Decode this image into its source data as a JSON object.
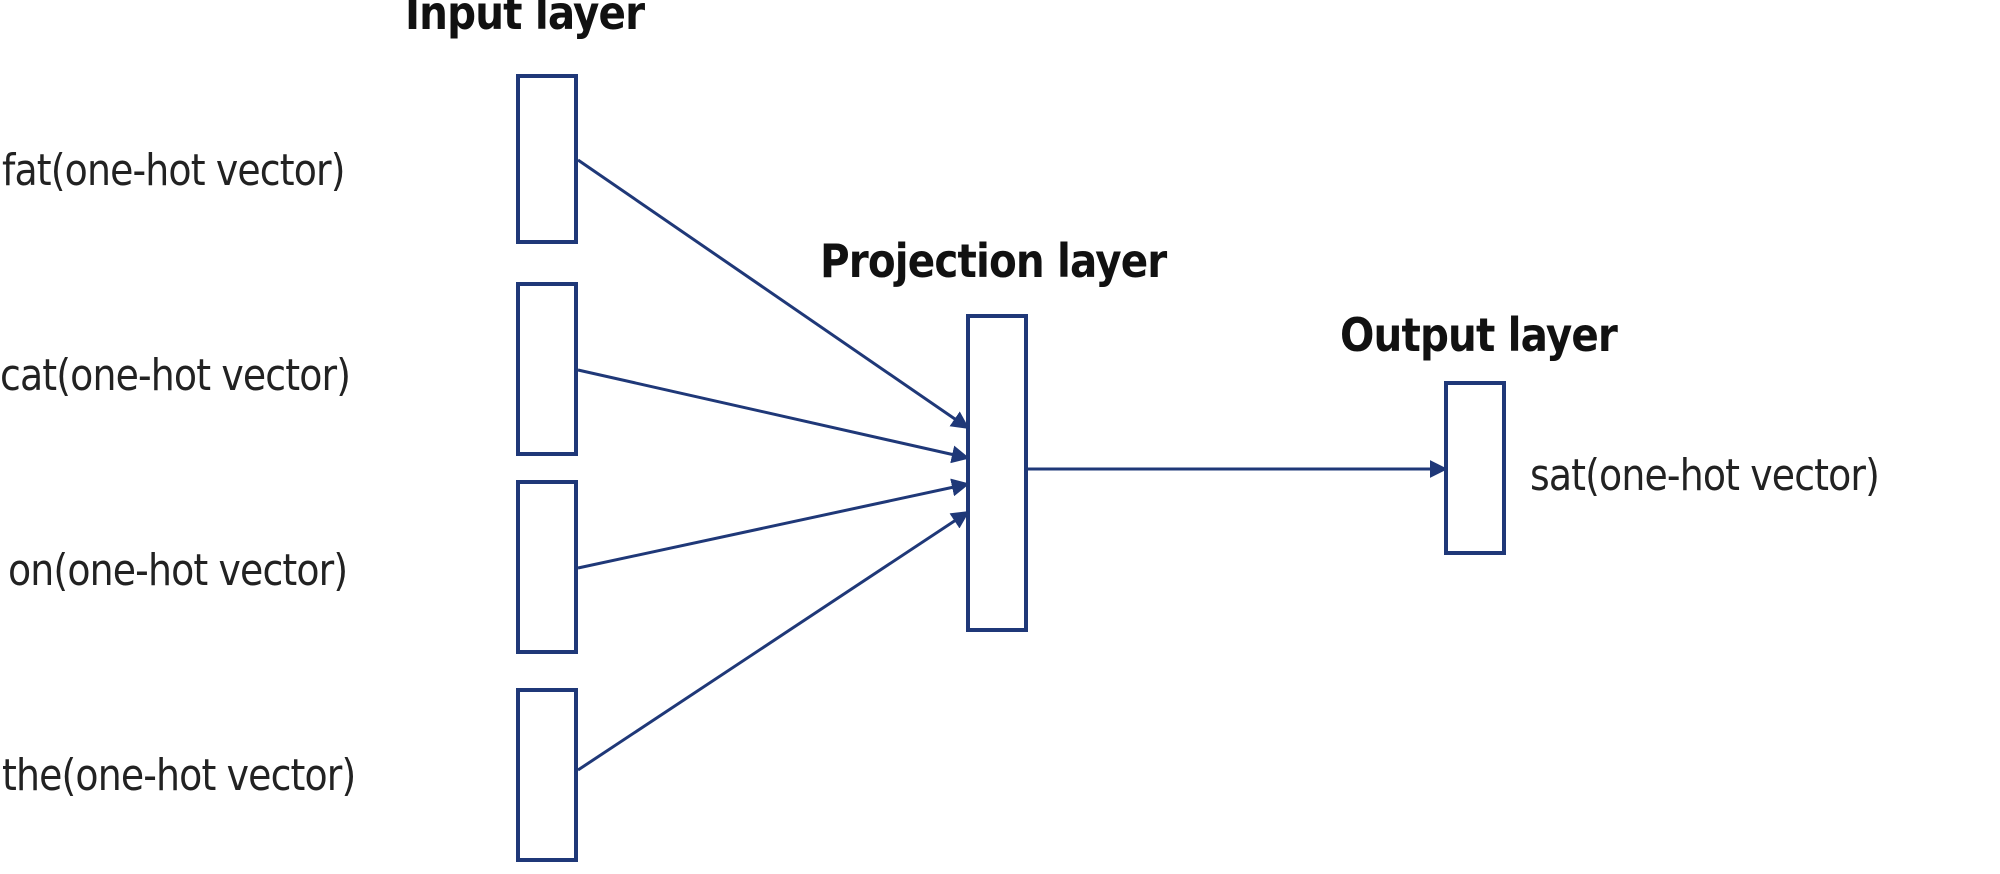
{
  "diagram": {
    "layers": {
      "input": {
        "title": "Input layer"
      },
      "projection": {
        "title": "Projection layer"
      },
      "output": {
        "title": "Output layer"
      }
    },
    "inputs": [
      {
        "label": "fat(one-hot vector)"
      },
      {
        "label": "cat(one-hot vector)"
      },
      {
        "label": "on(one-hot vector)"
      },
      {
        "label": "the(one-hot vector)"
      }
    ],
    "output": {
      "label": "sat(one-hot vector)"
    },
    "colors": {
      "stroke": "#1f3878",
      "text": "#222222"
    }
  }
}
